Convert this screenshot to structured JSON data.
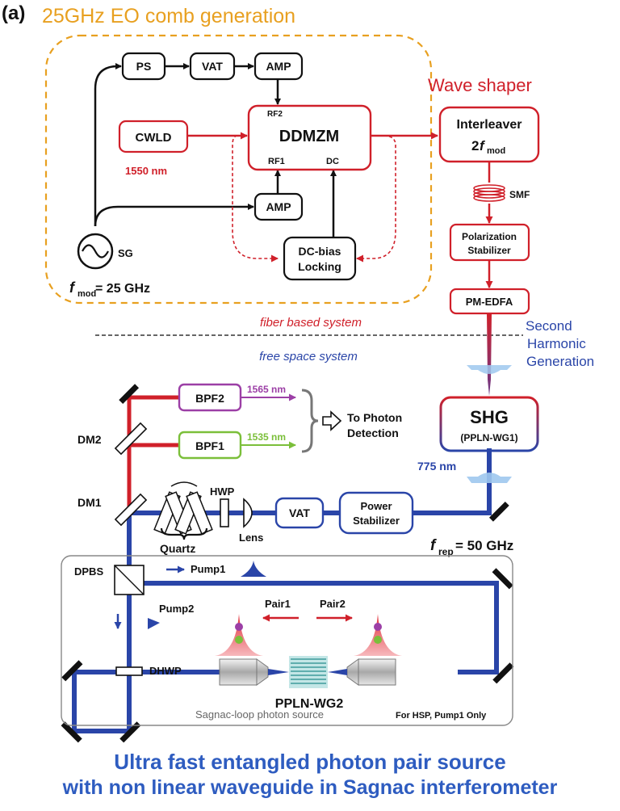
{
  "panel_label": "(a)",
  "eo_comb": {
    "title": "25GHz EO comb generation",
    "ps": "PS",
    "vat_top": "VAT",
    "amp_top": "AMP",
    "cwld": "CWLD",
    "wavelength": "1550 nm",
    "ddmzm": "DDMZM",
    "rf2": "RF2",
    "rf1": "RF1",
    "dc": "DC",
    "amp_bottom": "AMP",
    "dc_bias_1": "DC-bias",
    "dc_bias_2": "Locking",
    "sg": "SG",
    "fmod_f": "f",
    "fmod_sub": "mod",
    "fmod_val": " = 25 GHz"
  },
  "wave_shaper": {
    "title": "Wave shaper",
    "interleaver": "Interleaver",
    "two_fmod_2": "2",
    "two_fmod_f": "f",
    "two_fmod_sub": "mod",
    "smf": "SMF",
    "pol_stab_1": "Polarization",
    "pol_stab_2": "Stabilizer",
    "pm_edfa": "PM-EDFA"
  },
  "systems": {
    "fiber": "fiber based system",
    "free": "free space system"
  },
  "shg_label": {
    "line1": "Second",
    "line2": "Harmonic",
    "line3": "Generation"
  },
  "shg": {
    "title": "SHG",
    "sub": "(PPLN-WG1)",
    "wavelength": "775 nm"
  },
  "filters": {
    "bpf2": "BPF2",
    "bpf2_wl": "1565 nm",
    "bpf1": "BPF1",
    "bpf1_wl": "1535 nm",
    "detect_1": "To Photon",
    "detect_2": "Detection"
  },
  "free_space": {
    "dm2": "DM2",
    "dm1": "DM1",
    "quartz": "Quartz",
    "hwp": "HWP",
    "lens": "Lens",
    "vat": "VAT",
    "power_stab_1": "Power",
    "power_stab_2": "Stabilizer",
    "frep_f": "f",
    "frep_sub": "rep",
    "frep_val": " = 50 GHz"
  },
  "sagnac": {
    "dpbs": "DPBS",
    "pump1": "Pump1",
    "pump2": "Pump2",
    "pair1": "Pair1",
    "pair2": "Pair2",
    "dhwp": "DHWP",
    "ppln_wg2": "PPLN-WG2",
    "loop_label": "Sagnac-loop photon source",
    "note": "For HSP, Pump1 Only"
  },
  "caption": {
    "line1": "Ultra fast entangled photon pair source",
    "line2": "with non linear waveguide in Sagnac interferometer"
  },
  "colors": {
    "red": "#d0202a",
    "blue": "#2a45a8",
    "orange": "#e8a020",
    "purple": "#9c3fa6",
    "green": "#7bbf3a",
    "caption_blue": "#2e5cc0"
  }
}
